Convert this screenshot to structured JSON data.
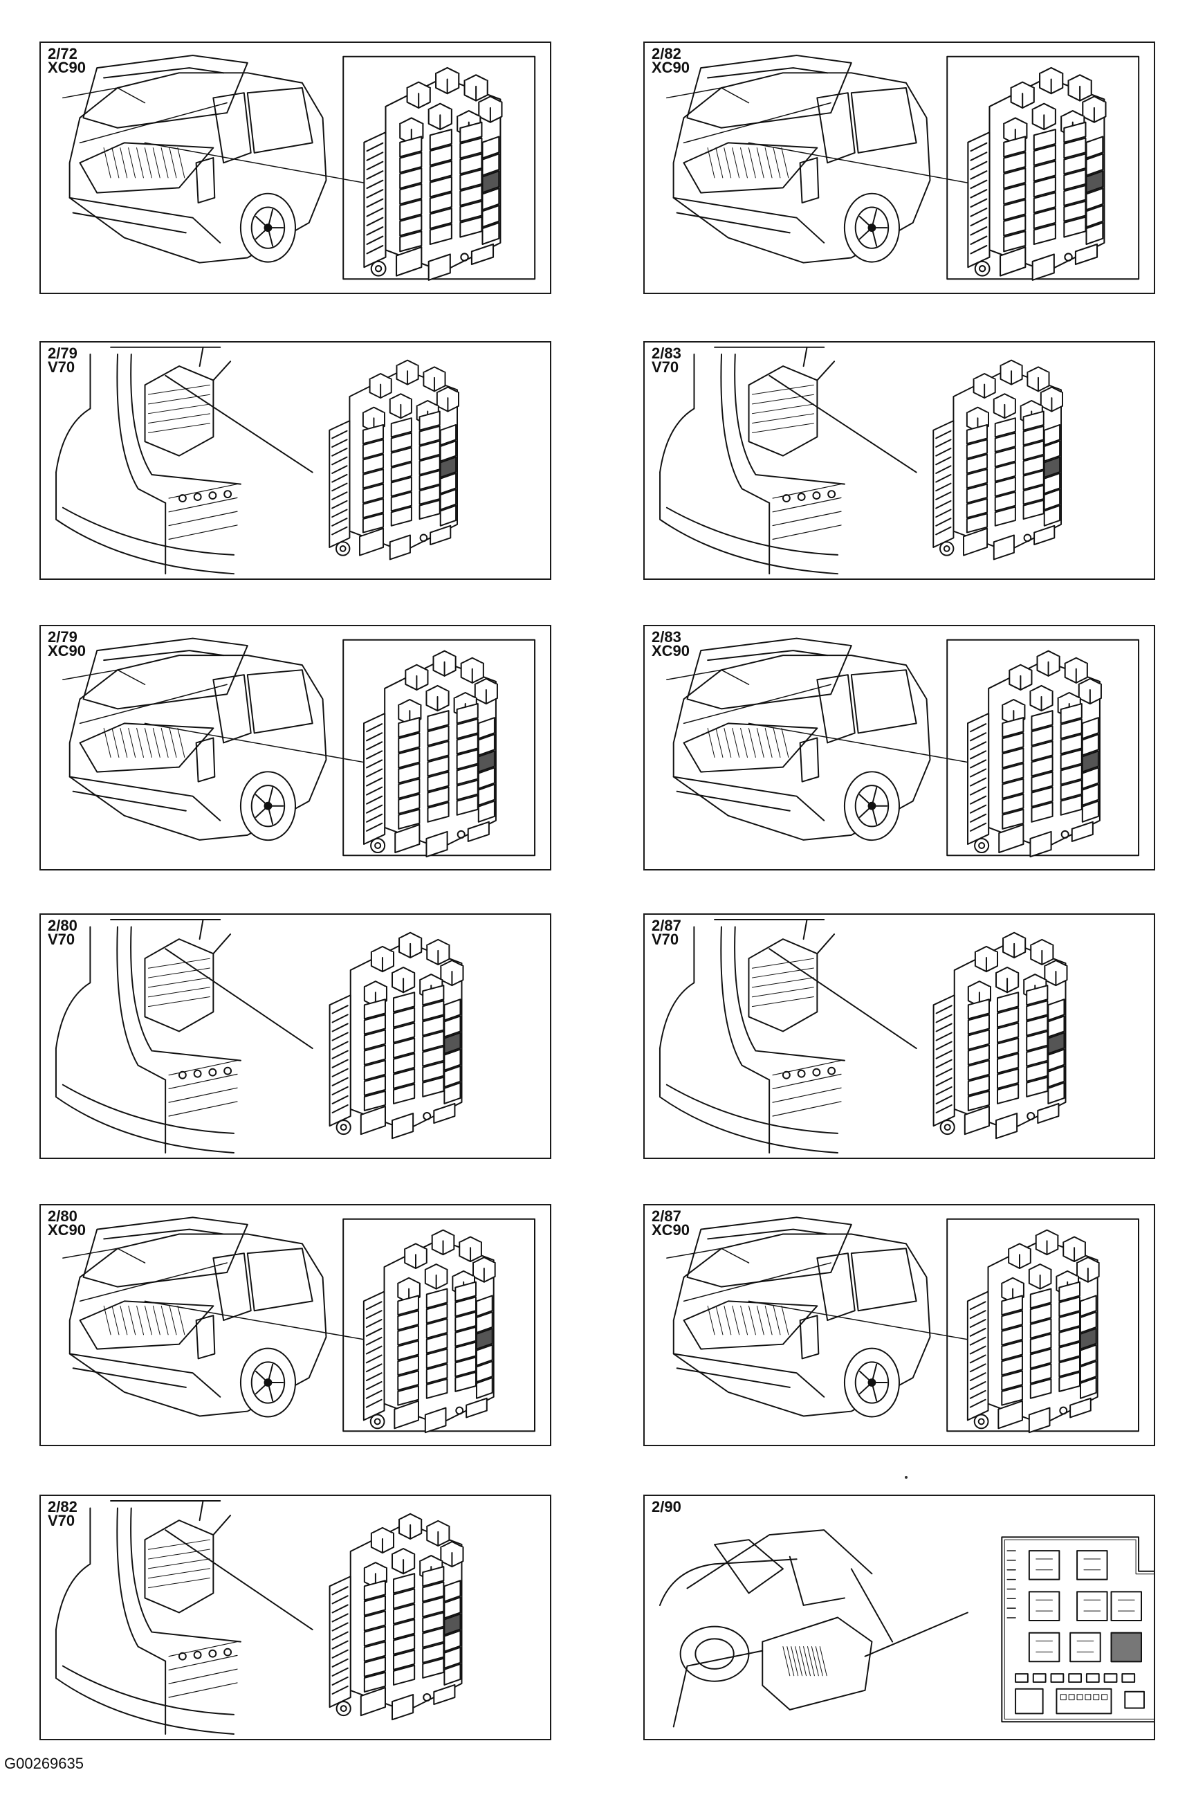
{
  "panels": [
    {
      "code": "2/72",
      "model": "XC90",
      "type": "xc90"
    },
    {
      "code": "2/82",
      "model": "XC90",
      "type": "xc90"
    },
    {
      "code": "2/79",
      "model": "V70",
      "type": "v70"
    },
    {
      "code": "2/83",
      "model": "V70",
      "type": "v70"
    },
    {
      "code": "2/79",
      "model": "XC90",
      "type": "xc90"
    },
    {
      "code": "2/83",
      "model": "XC90",
      "type": "xc90"
    },
    {
      "code": "2/80",
      "model": "V70",
      "type": "v70"
    },
    {
      "code": "2/87",
      "model": "V70",
      "type": "v70"
    },
    {
      "code": "2/80",
      "model": "XC90",
      "type": "xc90"
    },
    {
      "code": "2/87",
      "model": "XC90",
      "type": "xc90"
    },
    {
      "code": "2/82",
      "model": "V70",
      "type": "v70"
    },
    {
      "code": "2/90",
      "model": "",
      "type": "engine"
    }
  ],
  "figure_code": "G00269635"
}
